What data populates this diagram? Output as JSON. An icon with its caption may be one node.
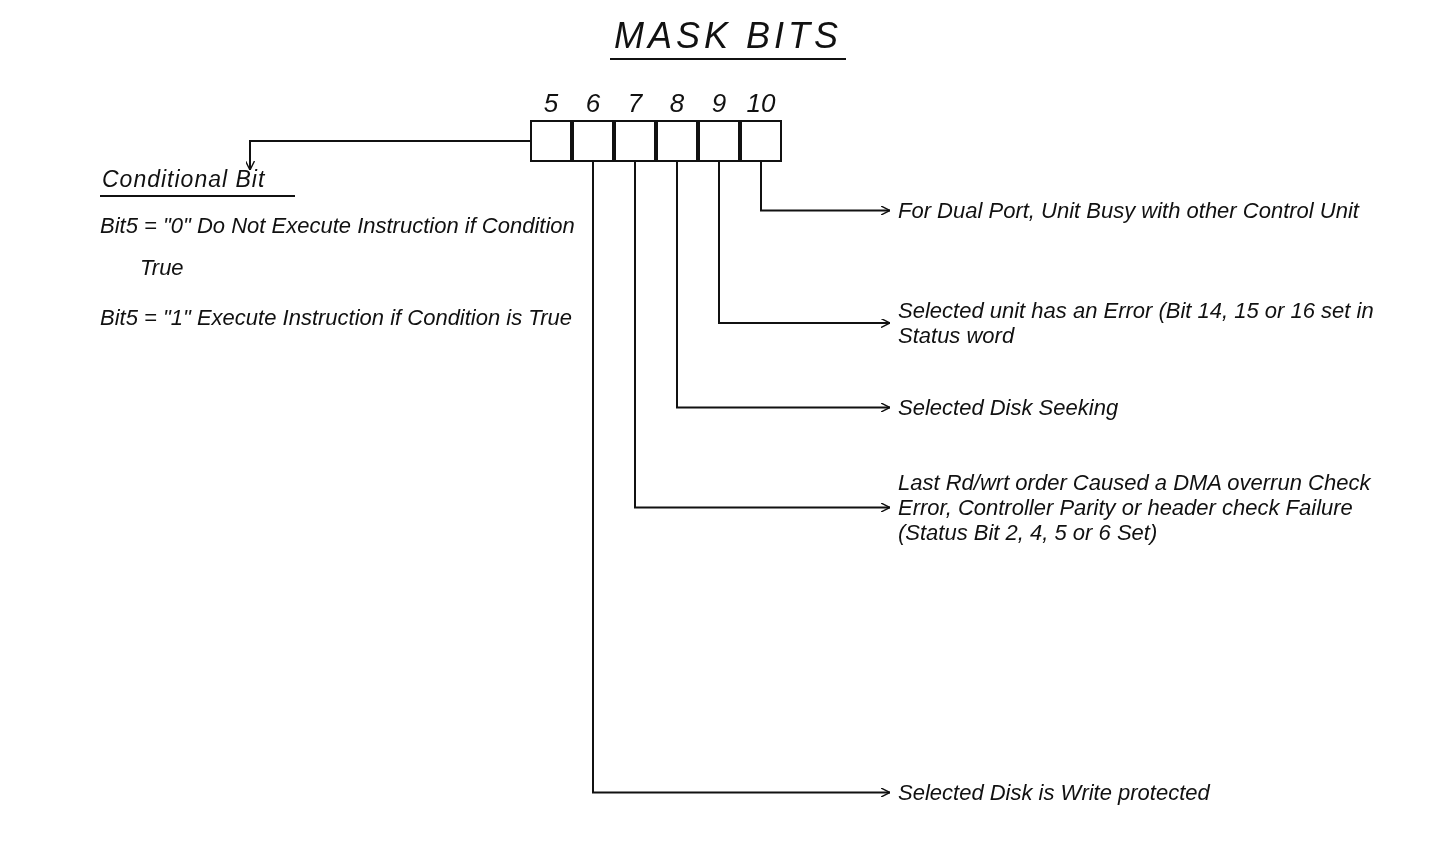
{
  "diagram": {
    "title": "MASK BITS",
    "nodes": [
      {
        "text": [
          "5"
        ]
      },
      {
        "text": [
          "6"
        ]
      },
      {
        "text": [
          "7"
        ]
      },
      {
        "text": [
          "8"
        ]
      },
      {
        "text": [
          "9"
        ]
      },
      {
        "text": [
          "10"
        ]
      },
      {
        "text": [
          "Conditional Bit",
          "Bit5 = \"0\" Do Not Execute Instruction if Condition True",
          "Bit5 = \"1\" Execute Instruction if Condition is True"
        ]
      },
      {
        "text": [
          "For Dual Port, Unit Busy with other Control Unit"
        ]
      },
      {
        "text": [
          "Selected unit has an Error (Bit 14, 15 or 16 set in Status word"
        ]
      },
      {
        "text": [
          "Selected Disk Seeking"
        ]
      },
      {
        "text": [
          "Last Rd/wrt order Caused a DMA overrun Check Error, Controller Parity or header check Failure (Status Bit 2, 4, 5 or 6 Set)"
        ]
      },
      {
        "text": [
          "Selected Disk is Write protected"
        ]
      }
    ],
    "edges": [
      {
        "from": 0,
        "to": 6,
        "arrow": "to"
      },
      {
        "from": 5,
        "to": 7,
        "arrow": "to"
      },
      {
        "from": 4,
        "to": 8,
        "arrow": "to"
      },
      {
        "from": 3,
        "to": 9,
        "arrow": "to"
      },
      {
        "from": 2,
        "to": 10,
        "arrow": "to"
      },
      {
        "from": 1,
        "to": 11,
        "arrow": "to"
      }
    ]
  }
}
